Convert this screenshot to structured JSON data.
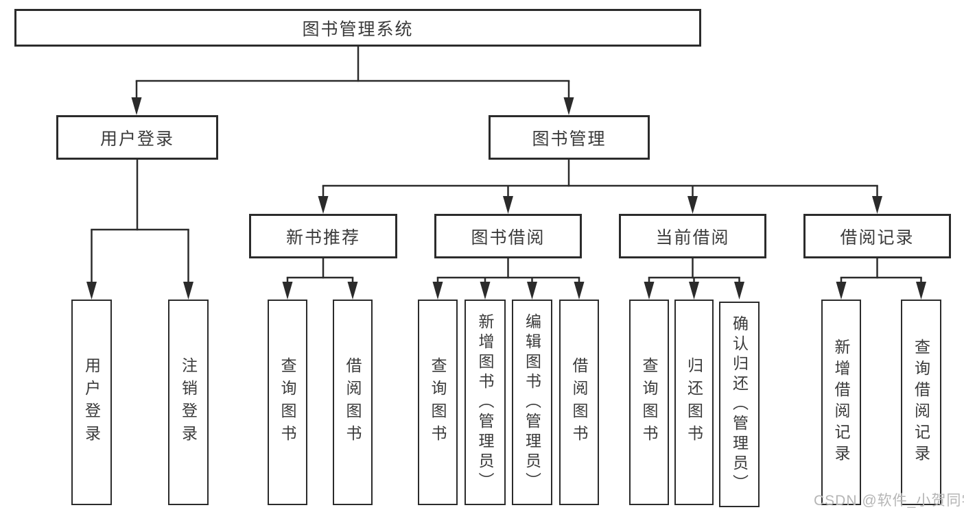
{
  "tree": {
    "label": "图书管理系统",
    "children": [
      {
        "label": "用户登录",
        "children": [
          {
            "label": "用户登录"
          },
          {
            "label": "注销登录"
          }
        ]
      },
      {
        "label": "图书管理",
        "children": [
          {
            "label": "新书推荐",
            "children": [
              {
                "label": "查询图书"
              },
              {
                "label": "借阅图书"
              }
            ]
          },
          {
            "label": "图书借阅",
            "children": [
              {
                "label": "查询图书"
              },
              {
                "label": "新增图书（管理员）"
              },
              {
                "label": "编辑图书（管理员）"
              },
              {
                "label": "借阅图书"
              }
            ]
          },
          {
            "label": "当前借阅",
            "children": [
              {
                "label": "查询图书"
              },
              {
                "label": "归还图书"
              },
              {
                "label": "确认归还（管理员）"
              }
            ]
          },
          {
            "label": "借阅记录",
            "children": [
              {
                "label": "新增借阅记录"
              },
              {
                "label": "查询借阅记录"
              }
            ]
          }
        ]
      }
    ]
  },
  "watermark": {
    "text": "CSDN @软件_小贺同学",
    "color": "#b5b5b5"
  },
  "colors": {
    "line": "#2b2b2b",
    "box_border": "#2b2b2b",
    "text": "#3a3a3a",
    "background": "#ffffff"
  }
}
